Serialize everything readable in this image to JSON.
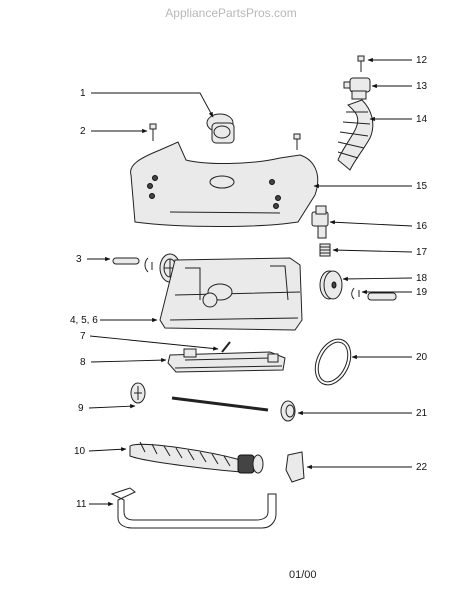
{
  "watermark": "AppliancePartsPros.com",
  "footer_code": "01/00",
  "callouts": [
    "1",
    "2",
    "3",
    "4, 5, 6",
    "7",
    "8",
    "9",
    "10",
    "11",
    "12",
    "13",
    "14",
    "15",
    "16",
    "17",
    "18",
    "19",
    "20",
    "21",
    "22"
  ]
}
